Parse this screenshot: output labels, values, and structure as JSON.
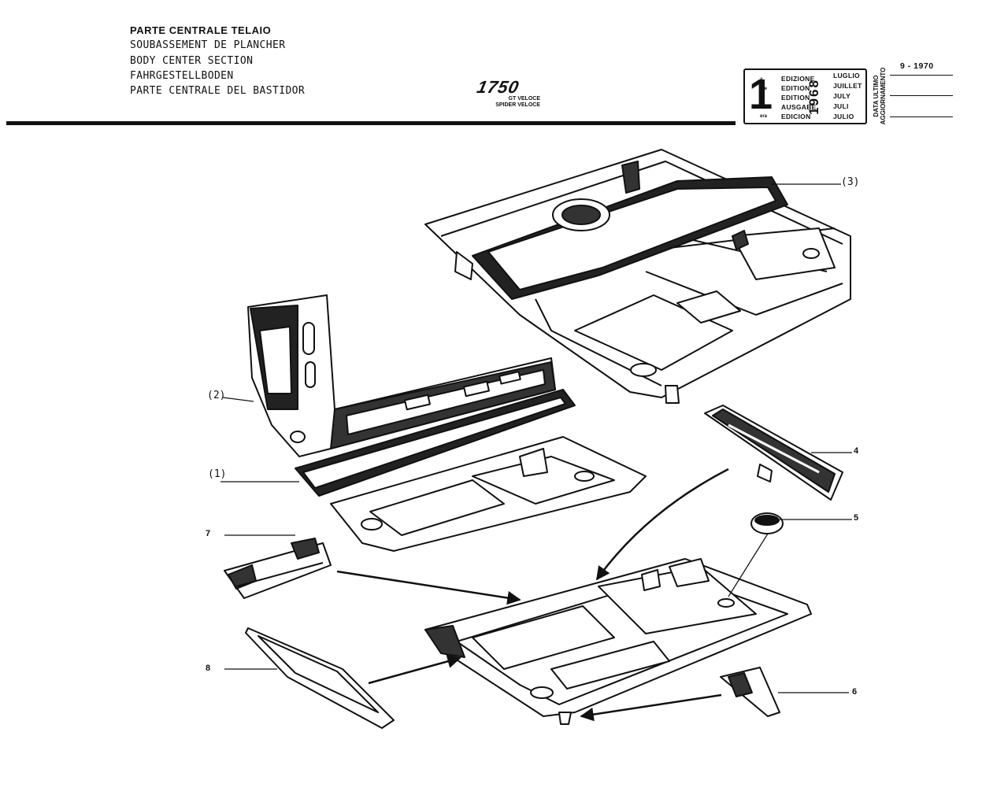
{
  "header": {
    "titles": [
      "PARTE CENTRALE TELAIO",
      "SOUBASSEMENT DE PLANCHER",
      "BODY CENTER SECTION",
      "FAHRGESTELLBODEN",
      "PARTE CENTRALE DEL BASTIDOR"
    ],
    "model": "1750",
    "variants": [
      "GT VELOCE",
      "SPIDER VELOCE"
    ]
  },
  "edition_box": {
    "number": "1",
    "suffixes": [
      "a",
      "ère",
      "st",
      ".",
      "era"
    ],
    "edition_labels": [
      "EDIZIONE",
      "EDITION",
      "EDITION",
      "AUSGABE",
      "EDICION"
    ],
    "year": "1968",
    "months": [
      "LUGLIO",
      "JUILLET",
      "JULY",
      "JULI",
      "JULIO"
    ]
  },
  "last_update": {
    "label_line1": "DATA ULTIMO",
    "label_line2": "AGGIORNAMENTO",
    "date": "9 - 1970"
  },
  "callouts": [
    "(1)",
    "(2)",
    "(3)",
    "4",
    "5",
    "6",
    "7",
    "8"
  ]
}
